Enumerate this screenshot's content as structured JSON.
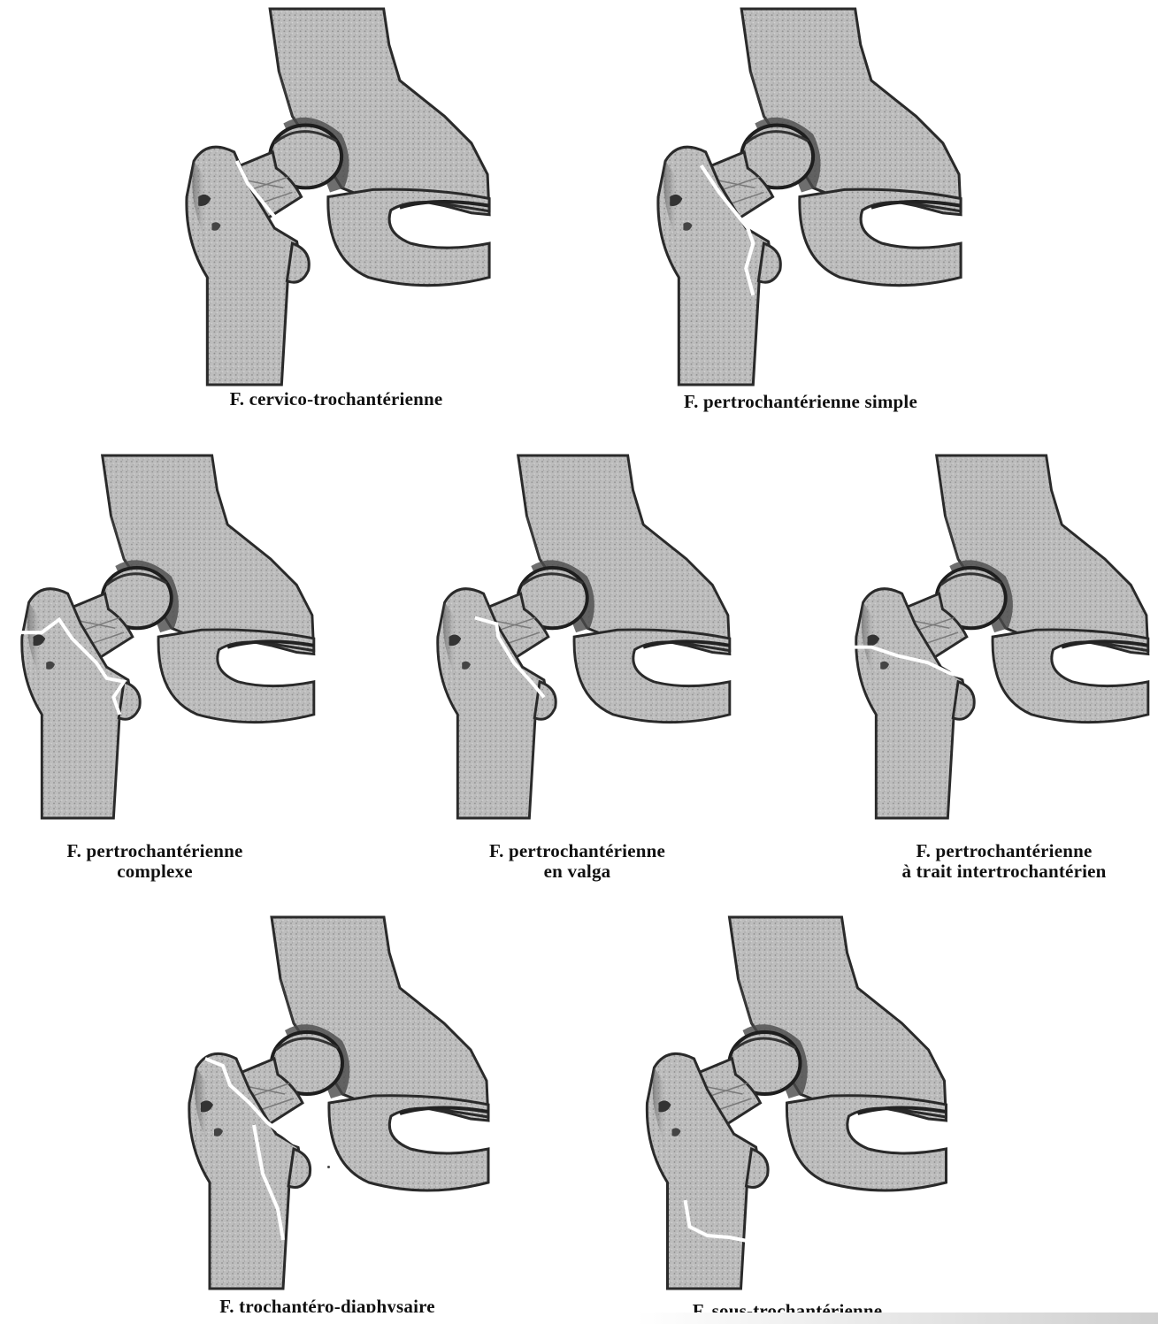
{
  "figure": {
    "background": "#ffffff",
    "bone_fill": "#bdbdbd",
    "bone_outline": "#2a2a2a",
    "fracture_line_color": "#ffffff"
  },
  "panels": [
    {
      "id": "cervico-trochanterienne",
      "caption": [
        "F. cervico-trochantérienne"
      ]
    },
    {
      "id": "pertrochanterienne-simple",
      "caption": [
        "F. pertrochantérienne simple"
      ]
    },
    {
      "id": "pertrochanterienne-complexe",
      "caption": [
        "F. pertrochantérienne",
        "complexe"
      ]
    },
    {
      "id": "pertrochanterienne-valga",
      "caption": [
        "F. pertrochantérienne",
        "en valga"
      ]
    },
    {
      "id": "pertrochanterienne-intertrochanterien",
      "caption": [
        "F. pertrochantérienne",
        "à trait intertrochantérien"
      ]
    },
    {
      "id": "trochantero-diaphysaire",
      "caption": [
        "F. trochantéro-diaphysaire"
      ]
    },
    {
      "id": "sous-trochanterienne",
      "caption": [
        "F. sous-trochantérienne"
      ]
    }
  ]
}
